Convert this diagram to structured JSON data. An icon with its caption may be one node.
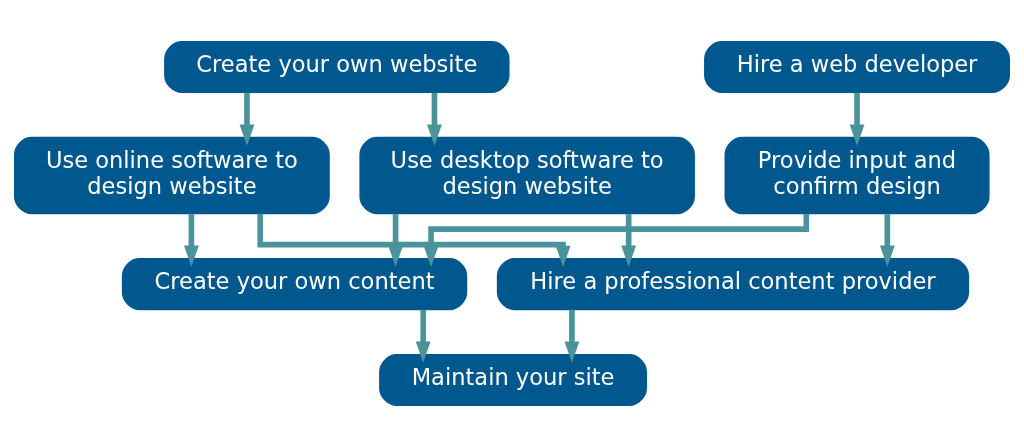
{
  "diagram": {
    "nodes": [
      {
        "text": [
          "Create your own website"
        ]
      },
      {
        "text": [
          "Hire a web developer"
        ]
      },
      {
        "text": [
          "Use desktop software to design website"
        ]
      },
      {
        "text": [
          "Use online software to design website"
        ]
      },
      {
        "text": [
          "Provide input and confirm design"
        ]
      },
      {
        "text": [
          "Create your own content"
        ]
      },
      {
        "text": [
          "Hire a professional content provider"
        ]
      },
      {
        "text": [
          "Maintain your site"
        ]
      }
    ],
    "edges": [
      {
        "from": 0,
        "to": 2,
        "arrow": "to"
      },
      {
        "from": 0,
        "to": 3,
        "arrow": "to"
      },
      {
        "from": 1,
        "to": 4,
        "arrow": "to"
      },
      {
        "from": 2,
        "to": 5,
        "arrow": "to"
      },
      {
        "from": 2,
        "to": 6,
        "arrow": "to"
      },
      {
        "from": 3,
        "to": 5,
        "arrow": "to"
      },
      {
        "from": 3,
        "to": 6,
        "arrow": "to"
      },
      {
        "from": 4,
        "to": 5,
        "arrow": "to"
      },
      {
        "from": 4,
        "to": 6,
        "arrow": "to"
      },
      {
        "from": 5,
        "to": 7,
        "arrow": "to"
      },
      {
        "from": 6,
        "to": 7,
        "arrow": "to"
      }
    ]
  }
}
